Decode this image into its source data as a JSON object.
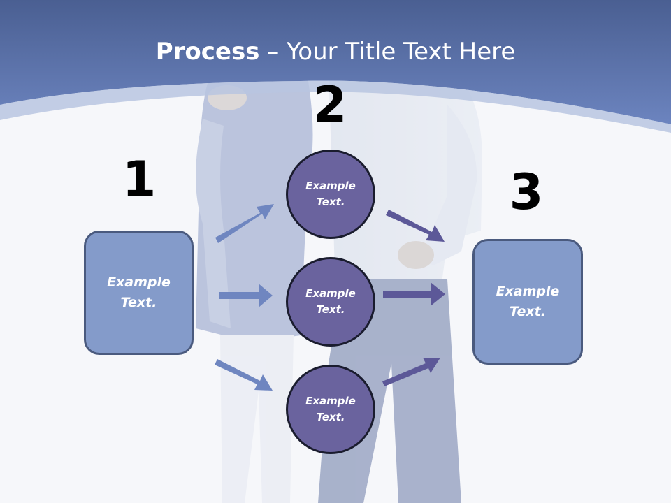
{
  "title": {
    "bold": "Process",
    "rest": " – Your Title Text Here"
  },
  "steps": {
    "one": "1",
    "two": "2",
    "three": "3"
  },
  "left_box": {
    "label": "Example Text."
  },
  "circles": [
    {
      "label": "Example Text."
    },
    {
      "label": "Example Text."
    },
    {
      "label": "Example Text."
    }
  ],
  "right_box": {
    "label": "Example Text."
  },
  "colors": {
    "header_blue": "#5d74ab",
    "box_fill": "#7a92c6",
    "circle_fill": "#6a639e",
    "arrow_left": "#6f86c0",
    "arrow_right": "#5c5898"
  }
}
